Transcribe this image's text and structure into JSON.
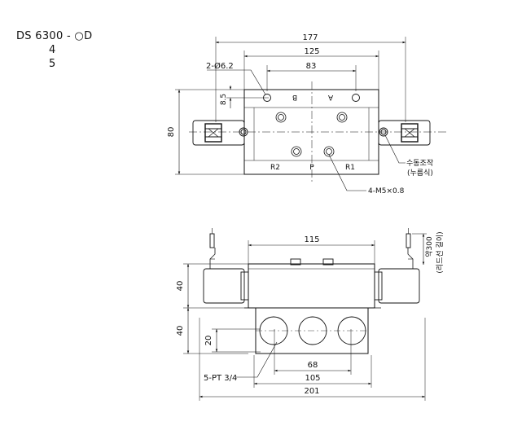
{
  "model": {
    "line1": "DS  6300 - ○D",
    "line2": "4",
    "line3": "5"
  },
  "top_view": {
    "dim_overall": "177",
    "dim_body": "125",
    "dim_ports": "83",
    "hole_label": "2-Ø6.2",
    "dim_hole_offset": "8.5",
    "dim_height": "80",
    "port_b": "B",
    "port_a": "A",
    "port_r2": "R2",
    "port_p": "P",
    "port_r1": "R1",
    "manual_label": "수동조작",
    "manual_sub": "(누름식)",
    "thread_label": "4-M5×0.8"
  },
  "front_view": {
    "dim_top": "115",
    "dim_h1": "40",
    "dim_h2": "40",
    "dim_port_h": "20",
    "dim_port_pitch": "68",
    "dim_base": "105",
    "dim_overall": "201",
    "port_label": "5-PT 3/4",
    "lead_label": "약300",
    "lead_sub": "(리드선 길이)"
  }
}
